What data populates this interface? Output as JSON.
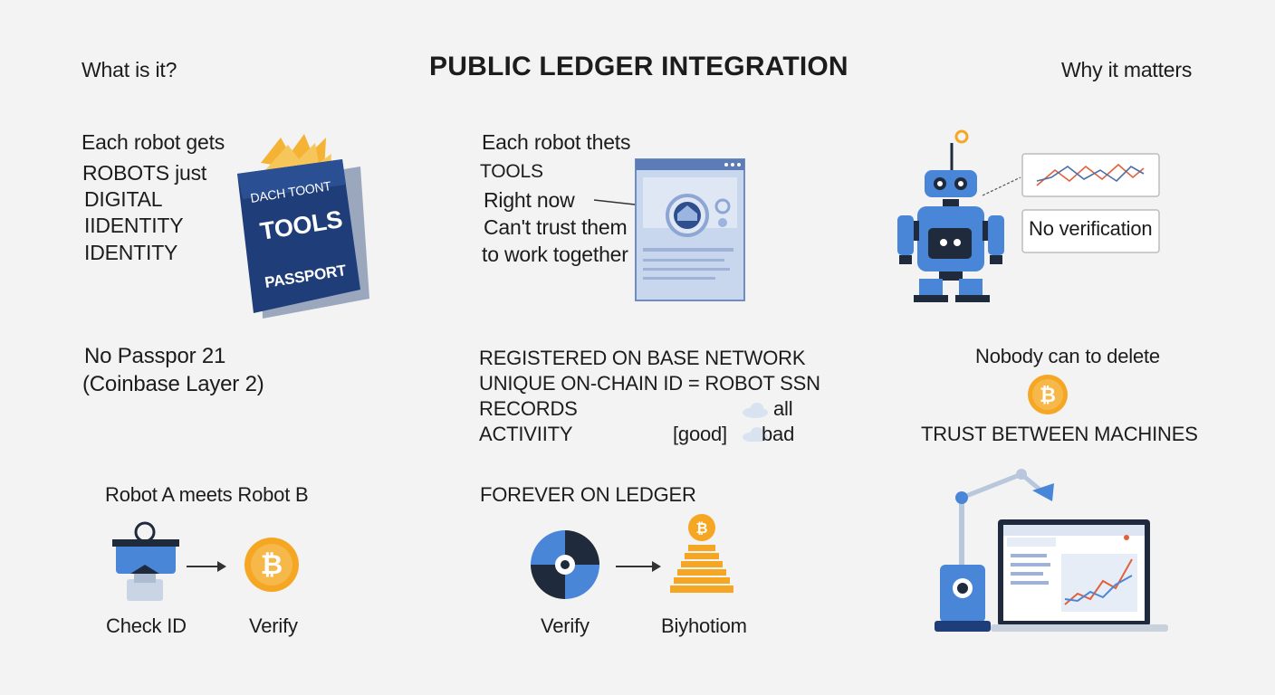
{
  "header": {
    "title": "PUBLIC LEDGER INTEGRATION",
    "left_heading": "What is it?",
    "right_heading": "Why it matters"
  },
  "col1": {
    "lines": [
      "Each robot gets",
      "ROBOTS just",
      "DIGITAL",
      "IIDENTITY",
      "IDENTITY"
    ],
    "passport": {
      "top": "DACH TOONT",
      "middle": "TOOLS",
      "bottom": "PASSPORT"
    },
    "network": [
      "No Passpor 21",
      "(Coinbase Layer 2)"
    ],
    "meet_label": "Robot A meets Robot B",
    "check_label": "Check ID",
    "verify_label": "Verify"
  },
  "col2": {
    "lines": [
      "Each robot thets",
      "TOOLS",
      "Right now",
      "Can't trust them",
      "to work together"
    ],
    "registry": [
      "REGISTERED ON BASE NETWORK",
      "UNIQUE ON-CHAIN ID = ROBOT SSN",
      "RECORDS",
      "ACTIVIITY"
    ],
    "all_label": "all",
    "good_label": "[good]",
    "bad_label": "bad",
    "forever_label": "FOREVER ON LEDGER",
    "verify_label": "Verify",
    "stack_label": "Biyhotiom"
  },
  "col3": {
    "no_verification": "No verification",
    "delete_label": "Nobody can to delete",
    "trust_label": "TRUST BETWEEN MACHINES"
  },
  "colors": {
    "blue": "#4a86d8",
    "navy": "#1f3d78",
    "dark": "#1f2a3c",
    "gold": "#f5a623",
    "orange_line": "#e2603a"
  }
}
